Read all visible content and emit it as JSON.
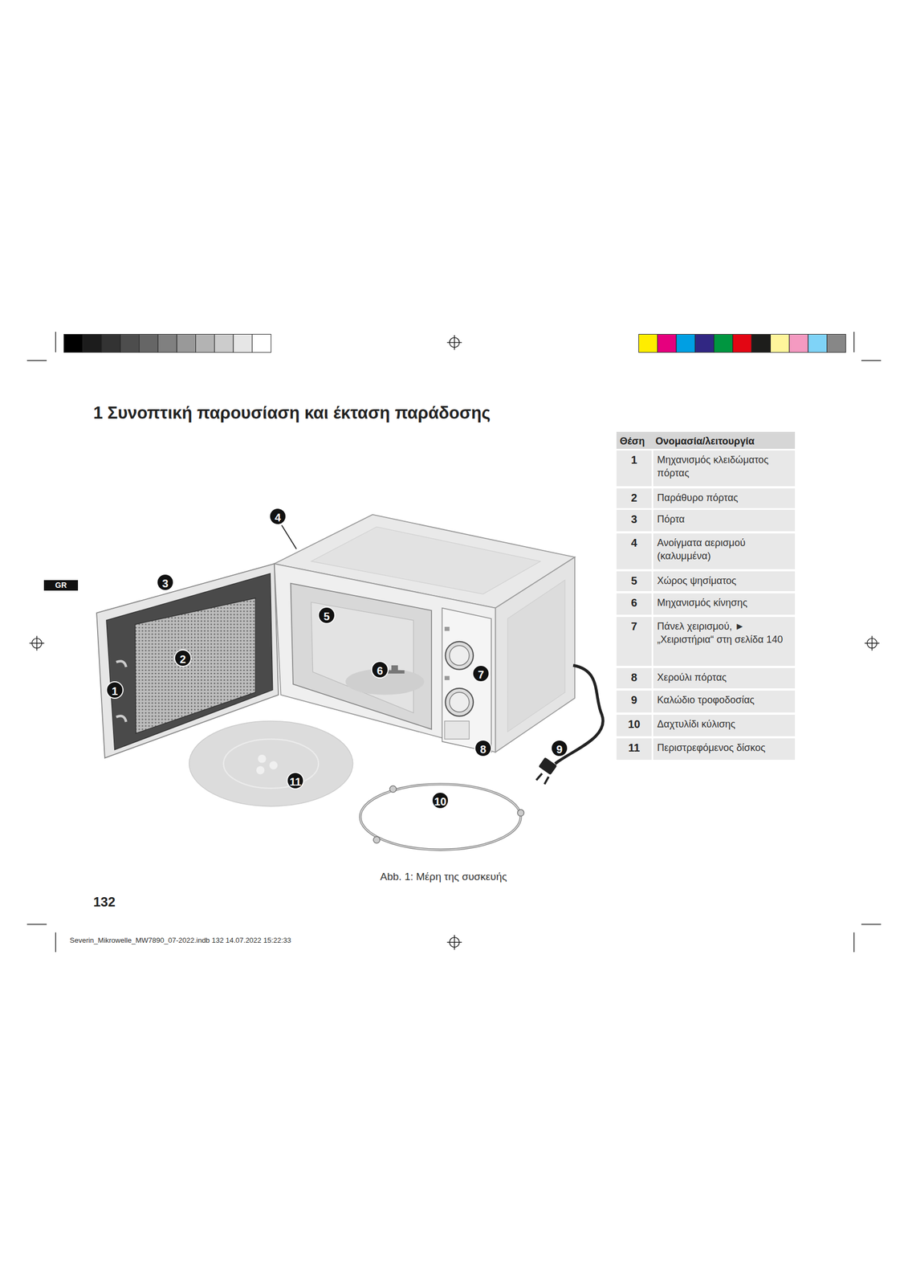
{
  "diagram": {
    "title": "1 Συνοπτική παρουσίαση και έκταση παράδοσης",
    "caption": "Abb. 1: Μέρη της συσκευής",
    "labels": [
      "GR",
      "1",
      "2",
      "3",
      "4",
      "5",
      "6",
      "7",
      "8",
      "9",
      "10",
      "11",
      "Θέση",
      "Ονομασία/λειτουργία",
      "1",
      "Μηχανισμός κλειδώματος πόρτας",
      "2",
      "Παράθυρο πόρτας",
      "3",
      "Πόρτα",
      "4",
      "Ανοίγματα αερισμού (καλυμμένα)",
      "5",
      "Χώρος ψησίματος",
      "6",
      "Μηχανισμός κίνησης",
      "7",
      "Πάνελ χειρισμού, ► „Χειριστήρια“ στη σελίδα 140",
      "8",
      "Χερούλι πόρτας",
      "9",
      "Καλώδιο τροφοδοσίας",
      "10",
      "Δαχτυλίδι κύλισης",
      "11",
      "Περιστρεφόμενος δίσκος",
      "132",
      "Severin_Mikrowelle_MW7890_07-2022.indb 132 14.07.2022 15:22:33"
    ]
  }
}
